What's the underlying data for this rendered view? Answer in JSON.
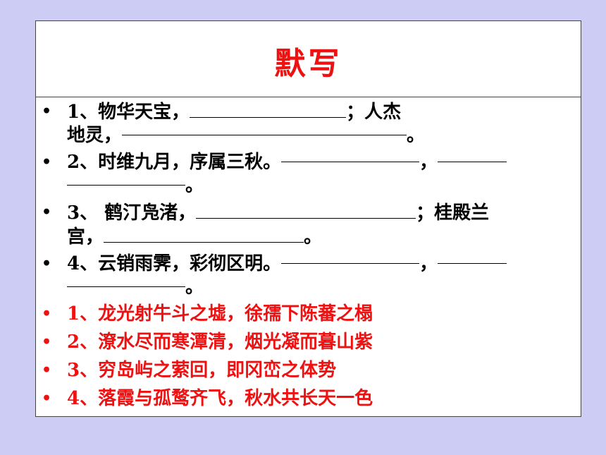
{
  "slide": {
    "title": "默写",
    "items": [
      {
        "line1_a": "1、物华天宝，",
        "line1_b": "；人杰",
        "line2_a": "地灵，",
        "line2_b": "。"
      },
      {
        "line1_a": "2、时维九月，序属三秋。",
        "line1_b": "，",
        "line2_b": "。"
      },
      {
        "line1_a": "3、 鹤汀凫渚，",
        "line1_b": "；桂殿兰",
        "line2_a": "宫，",
        "line2_b": "。"
      },
      {
        "line1_a": "4、云销雨霁，彩彻区明。",
        "line1_b": "，",
        "line2_b": "。"
      }
    ],
    "answers": [
      "1、龙光射牛斗之墟，徐孺下陈蕃之榻",
      "2、潦水尽而寒潭清，烟光凝而暮山紫",
      "3、穷岛屿之萦回，即冈峦之体势",
      "4、落霞与孤鹜齐飞，秋水共长天一色"
    ],
    "colors": {
      "background": "#ccccf5",
      "title": "#ee1111",
      "answer_text": "#ee1111",
      "question_text": "#000000"
    }
  }
}
